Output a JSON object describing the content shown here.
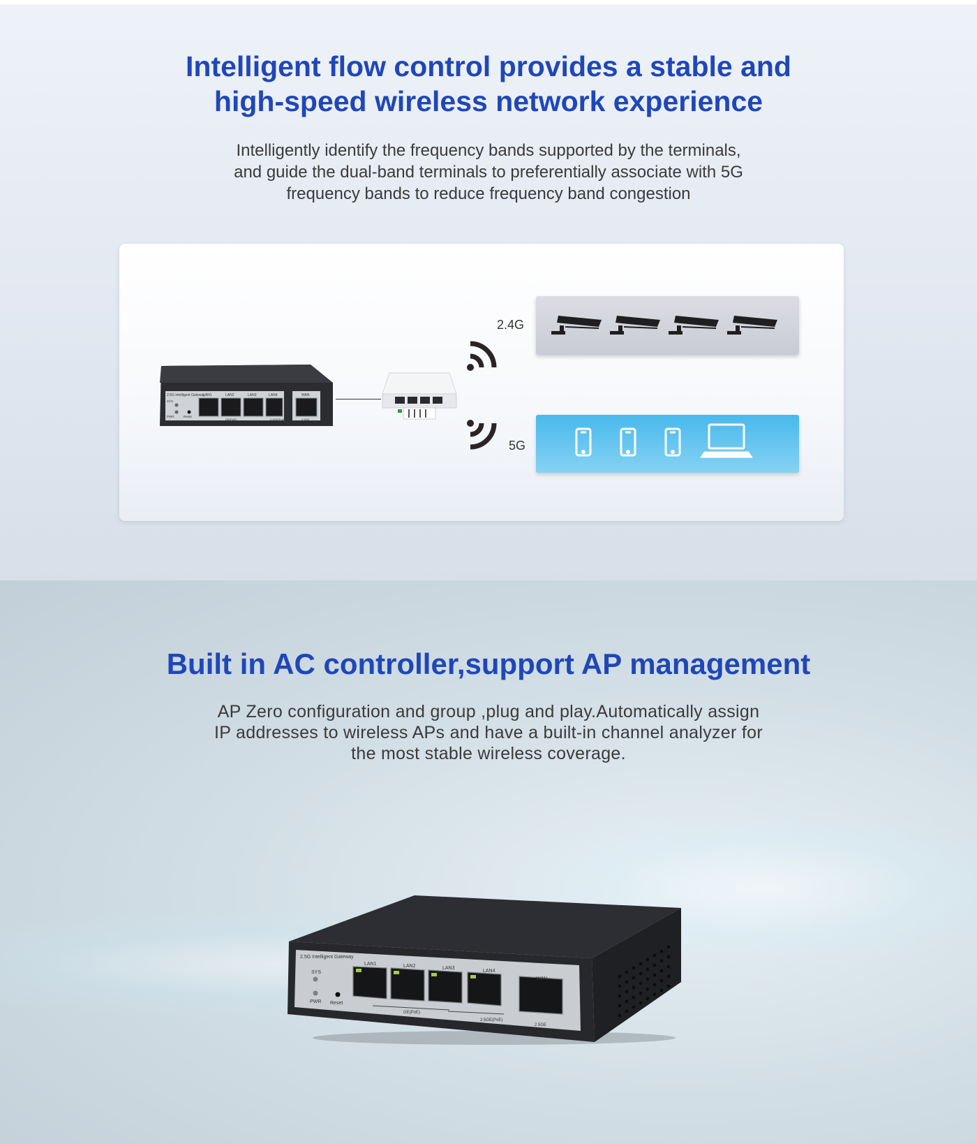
{
  "section1": {
    "title_line1": "Intelligent flow control provides a stable and",
    "title_line2": "high-speed wireless network experience",
    "desc_line1": "Intelligently identify the frequency bands supported by the terminals,",
    "desc_line2": "and guide the dual-band terminals to preferentially associate with 5G",
    "desc_line3": "frequency bands to reduce frequency band congestion",
    "diagram": {
      "band_24": "2.4G",
      "band_5": "5G",
      "gateway_small": {
        "model": "2.5G Intelligent Gateway",
        "ports": [
          "LAN1",
          "LAN2",
          "LAN3",
          "LAN4",
          "WAN"
        ],
        "indicators": [
          "SYS",
          "PWR",
          "Reset"
        ],
        "groups": [
          "GE(PoE)",
          "2.5GE(PoE)",
          "2.5GE"
        ]
      }
    }
  },
  "section2": {
    "title": "Built in AC controller,support AP management",
    "desc_line1": "AP Zero configuration and group ,plug and play.Automatically assign",
    "desc_line2": "IP addresses to wireless APs and have a built-in channel analyzer for",
    "desc_line3": "the most stable wireless coverage.",
    "gateway": {
      "model": "2.5G Intelligent Gateway",
      "indicator_sys": "SYS",
      "indicator_pwr": "PWR",
      "reset": "Reset",
      "ports": [
        "LAN1",
        "LAN2",
        "LAN3",
        "LAN4"
      ],
      "wan": "WAN",
      "group_ge": "GE(PoE)",
      "group_25ge_poe": "2.5GE(PoE)",
      "group_25ge": "2.5GE"
    }
  }
}
